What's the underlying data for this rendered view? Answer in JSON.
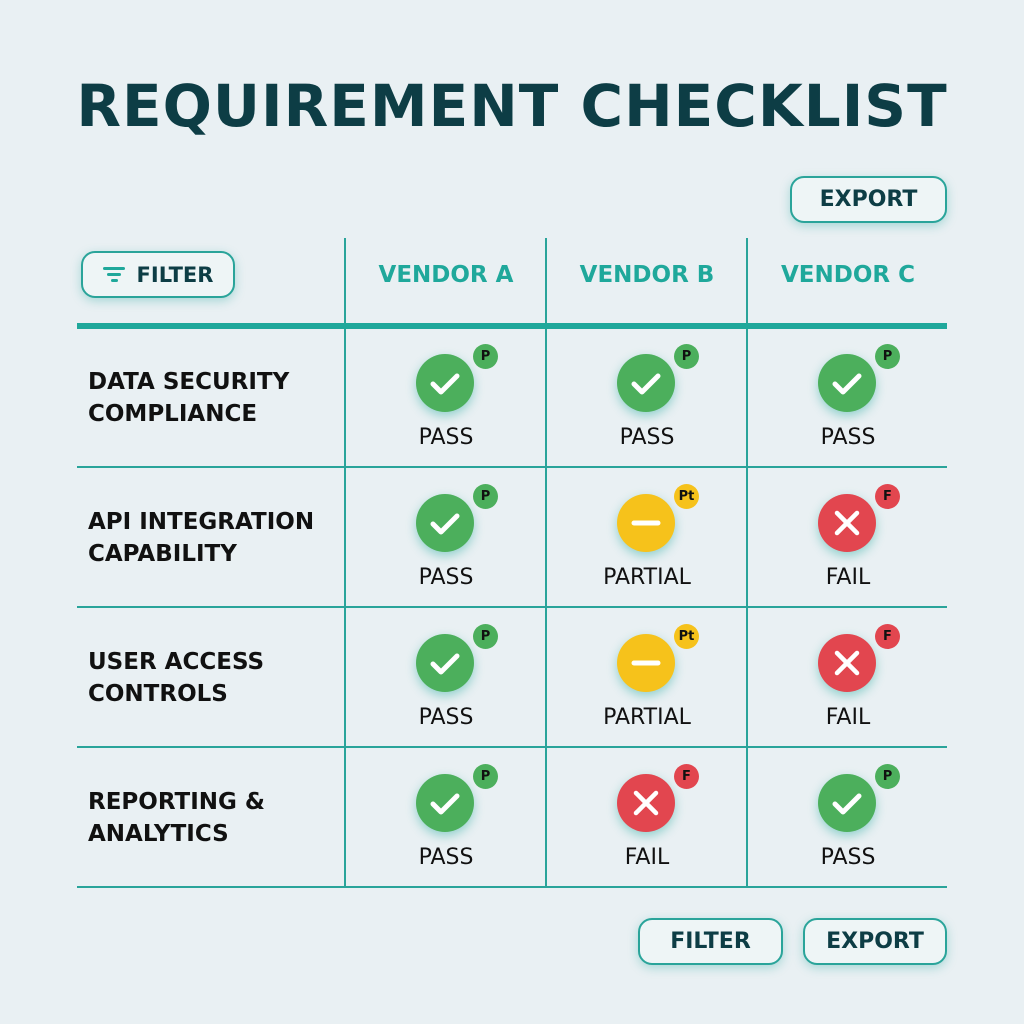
{
  "title": "REQUIREMENT CHECKLIST",
  "toolbar": {
    "export_label": "EXPORT",
    "filter_label": "FILTER"
  },
  "footer": {
    "filter_label": "FILTER",
    "export_label": "EXPORT"
  },
  "vendors": [
    "VENDOR A",
    "VENDOR B",
    "VENDOR C"
  ],
  "statuses": {
    "pass": {
      "label": "PASS",
      "badge": "P",
      "color": "#4caf5c",
      "icon": "check-icon"
    },
    "partial": {
      "label": "PARTIAL",
      "badge": "Pt",
      "color": "#f6c21b",
      "icon": "minus-icon"
    },
    "fail": {
      "label": "FAIL",
      "badge": "F",
      "color": "#e2464f",
      "icon": "x-icon"
    }
  },
  "rows": [
    {
      "requirement": [
        "DATA SECURITY",
        "COMPLIANCE"
      ],
      "results": [
        "pass",
        "pass",
        "pass"
      ]
    },
    {
      "requirement": [
        "API INTEGRATION",
        "CAPABILITY"
      ],
      "results": [
        "pass",
        "partial",
        "fail"
      ]
    },
    {
      "requirement": [
        "USER ACCESS",
        "CONTROLS"
      ],
      "results": [
        "pass",
        "partial",
        "fail"
      ]
    },
    {
      "requirement": [
        "REPORTING &",
        "ANALYTICS"
      ],
      "results": [
        "pass",
        "fail",
        "pass"
      ]
    }
  ]
}
